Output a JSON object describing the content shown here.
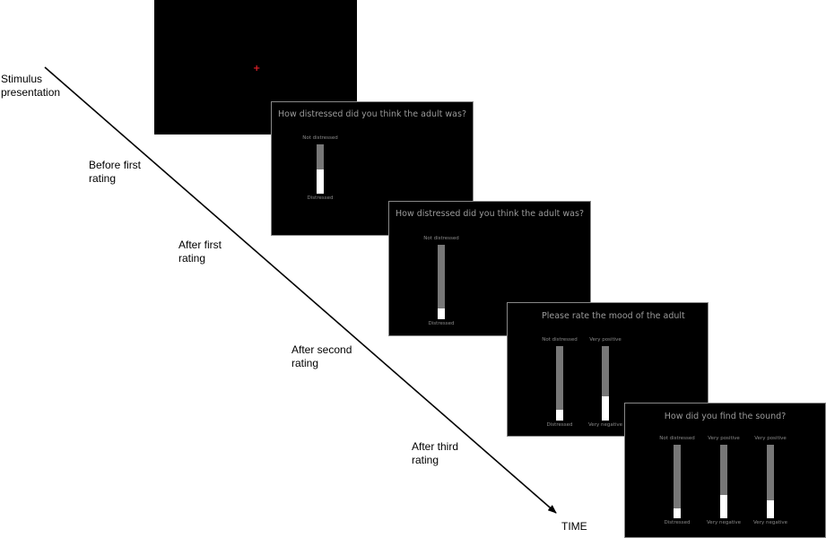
{
  "labels": {
    "stimulus": "Stimulus presentation",
    "before_first": "Before first rating",
    "after_first": "After first rating",
    "after_second": "After second rating",
    "after_third": "After third rating",
    "time": "TIME"
  },
  "screens": [
    {
      "id": "s0",
      "fixation": "+",
      "fixation_color": "#e0202a"
    },
    {
      "id": "s1",
      "question": "How distressed did you think the adult was?",
      "sliders": [
        {
          "top": "Not distressed",
          "bottom": "Distressed",
          "level": 0.5
        }
      ]
    },
    {
      "id": "s2",
      "question": "How distressed did you think the adult was?",
      "sliders": [
        {
          "top": "Not distressed",
          "bottom": "Distressed",
          "level": 0.15
        }
      ]
    },
    {
      "id": "s3",
      "question": "Please rate the mood of the adult",
      "sliders": [
        {
          "top": "Not distressed",
          "bottom": "Distressed",
          "level": 0.15
        },
        {
          "top": "Very positive",
          "bottom": "Very negative",
          "level": 0.32
        }
      ]
    },
    {
      "id": "s4",
      "question": "How did you find the sound?",
      "sliders": [
        {
          "top": "Not distressed",
          "bottom": "Distressed",
          "level": 0.13
        },
        {
          "top": "Very positive",
          "bottom": "Very negative",
          "level": 0.32
        },
        {
          "top": "Very positive",
          "bottom": "Very negative",
          "level": 0.25
        }
      ]
    }
  ],
  "colors": {
    "background": "#ffffff",
    "screen": "#000000",
    "question_text": "#9a9a9a",
    "slider_track": "#777777",
    "slider_fill": "#ffffff"
  }
}
